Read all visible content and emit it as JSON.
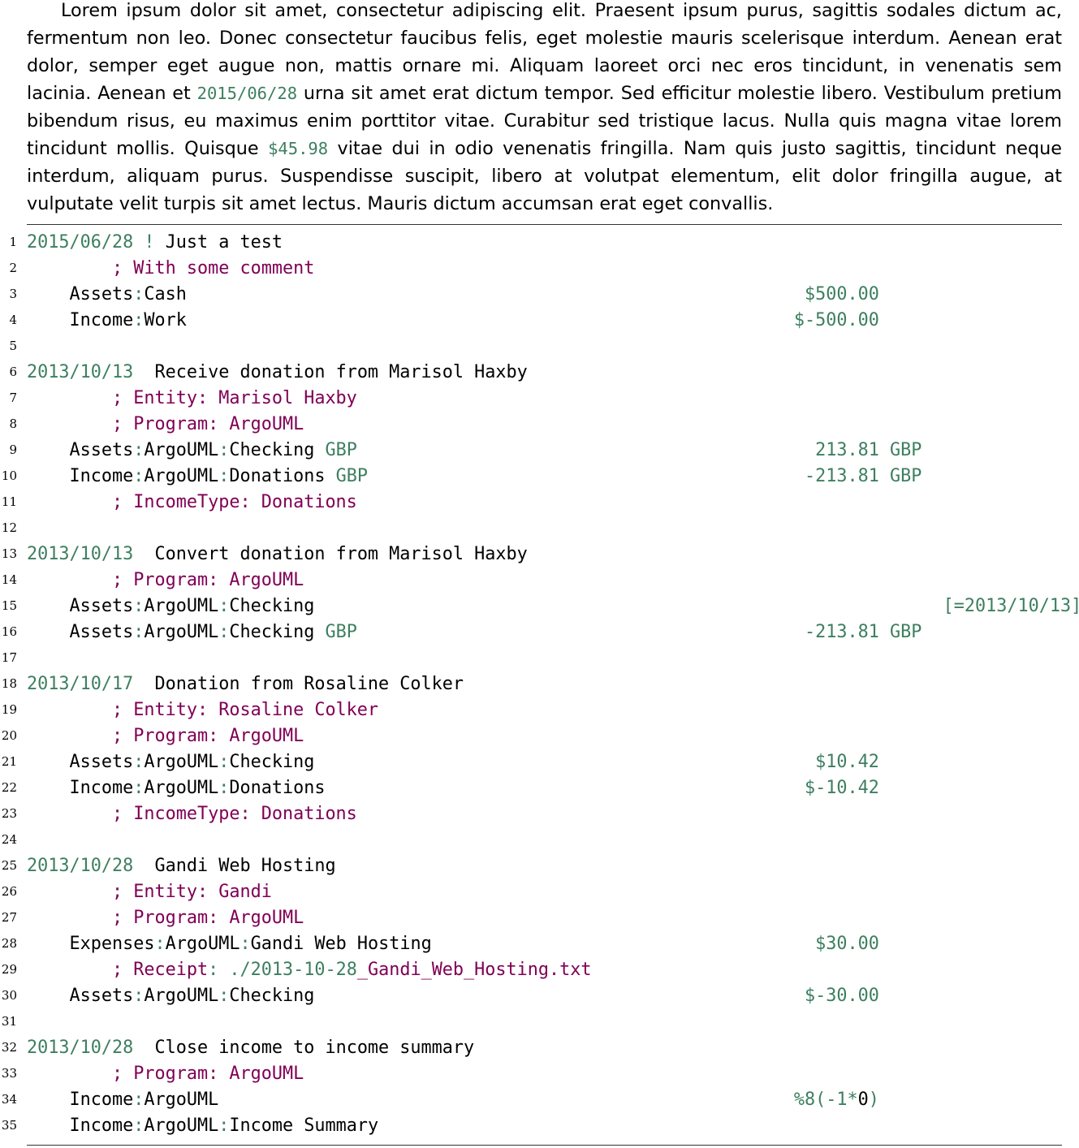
{
  "colors": {
    "green": "#3d7f5f",
    "purple": "#800055"
  },
  "paragraph": [
    {
      "t": "Lorem ipsum dolor sit amet, consectetur adipiscing elit.  Praesent ipsum purus, sagittis sodales dictum ac, fermentum non leo.  Donec consectetur faucibus felis, eget molestie mauris scelerisque interdum.  Aenean erat dolor, semper eget augue non, mattis ornare mi.  Aliquam laoreet orci nec eros tincidunt, in venenatis sem lacinia.  Aenean et "
    },
    {
      "t": "2015/06/28",
      "code": true
    },
    {
      "t": " urna sit amet erat dictum tempor.  Sed efficitur molestie libero.  Vestibulum pretium bibendum risus, eu maximus enim porttitor vitae.  Curabitur sed tristique lacus.  Nulla quis magna vitae lorem tincidunt mollis.  Quisque "
    },
    {
      "t": "$45.98",
      "code": true
    },
    {
      "t": " vitae dui in odio venenatis fringilla.  Nam quis justo sagittis, tincidunt neque interdum, aliquam purus.  Suspendisse suscipit, libero at volutpat elementum, elit dolor fringilla augue, at vulputate velit turpis sit amet lectus.  Mauris dictum accumsan erat eget convallis."
    }
  ],
  "listing": [
    {
      "n": "1",
      "segs": [
        [
          "2015/06/28",
          "g"
        ],
        [
          " ! ",
          "g"
        ],
        [
          "Just a test",
          "d"
        ]
      ]
    },
    {
      "n": "2",
      "segs": [
        [
          "        ; With some comment",
          "p"
        ]
      ]
    },
    {
      "n": "3",
      "segs": [
        [
          "    Assets",
          "d"
        ],
        [
          ":",
          "g"
        ],
        [
          "Cash",
          "d"
        ]
      ],
      "amount": {
        "value": [
          [
            "$500.00",
            "g"
          ]
        ]
      }
    },
    {
      "n": "4",
      "segs": [
        [
          "    Income",
          "d"
        ],
        [
          ":",
          "g"
        ],
        [
          "Work",
          "d"
        ]
      ],
      "amount": {
        "value": [
          [
            "$-500.00",
            "g"
          ]
        ]
      }
    },
    {
      "n": "5",
      "segs": []
    },
    {
      "n": "6",
      "segs": [
        [
          "2013/10/13",
          "g"
        ],
        [
          "  Receive donation from Marisol Haxby",
          "d"
        ]
      ]
    },
    {
      "n": "7",
      "segs": [
        [
          "        ; Entity: Marisol Haxby",
          "p"
        ]
      ]
    },
    {
      "n": "8",
      "segs": [
        [
          "        ; Program: ArgoUML",
          "p"
        ]
      ]
    },
    {
      "n": "9",
      "segs": [
        [
          "    Assets",
          "d"
        ],
        [
          ":",
          "g"
        ],
        [
          "ArgoUML",
          "d"
        ],
        [
          ":",
          "g"
        ],
        [
          "Checking",
          "d"
        ],
        [
          " GBP",
          "g"
        ]
      ],
      "amount": {
        "value": [
          [
            "213.81",
            "g"
          ]
        ],
        "commodity": " GBP"
      }
    },
    {
      "n": "10",
      "segs": [
        [
          "    Income",
          "d"
        ],
        [
          ":",
          "g"
        ],
        [
          "ArgoUML",
          "d"
        ],
        [
          ":",
          "g"
        ],
        [
          "Donations",
          "d"
        ],
        [
          " GBP",
          "g"
        ]
      ],
      "amount": {
        "value": [
          [
            "-213.81",
            "g"
          ]
        ],
        "commodity": " GBP"
      }
    },
    {
      "n": "11",
      "segs": [
        [
          "        ; IncomeType: Donations",
          "p"
        ]
      ]
    },
    {
      "n": "12",
      "segs": []
    },
    {
      "n": "13",
      "segs": [
        [
          "2013/10/13",
          "g"
        ],
        [
          "  Convert donation from Marisol Haxby",
          "d"
        ]
      ]
    },
    {
      "n": "14",
      "segs": [
        [
          "        ; Program: ArgoUML",
          "p"
        ]
      ]
    },
    {
      "n": "15",
      "segs": [
        [
          "    Assets",
          "d"
        ],
        [
          ":",
          "g"
        ],
        [
          "ArgoUML",
          "d"
        ],
        [
          ":",
          "g"
        ],
        [
          "Checking",
          "d"
        ]
      ],
      "assert": "[=2013/10/13]"
    },
    {
      "n": "16",
      "segs": [
        [
          "    Assets",
          "d"
        ],
        [
          ":",
          "g"
        ],
        [
          "ArgoUML",
          "d"
        ],
        [
          ":",
          "g"
        ],
        [
          "Checking",
          "d"
        ],
        [
          " GBP",
          "g"
        ]
      ],
      "amount": {
        "value": [
          [
            "-213.81",
            "g"
          ]
        ],
        "commodity": " GBP"
      }
    },
    {
      "n": "17",
      "segs": []
    },
    {
      "n": "18",
      "segs": [
        [
          "2013/10/17",
          "g"
        ],
        [
          "  Donation from Rosaline Colker",
          "d"
        ]
      ]
    },
    {
      "n": "19",
      "segs": [
        [
          "        ; Entity: Rosaline Colker",
          "p"
        ]
      ]
    },
    {
      "n": "20",
      "segs": [
        [
          "        ; Program: ArgoUML",
          "p"
        ]
      ]
    },
    {
      "n": "21",
      "segs": [
        [
          "    Assets",
          "d"
        ],
        [
          ":",
          "g"
        ],
        [
          "ArgoUML",
          "d"
        ],
        [
          ":",
          "g"
        ],
        [
          "Checking",
          "d"
        ]
      ],
      "amount": {
        "value": [
          [
            "$10.42",
            "g"
          ]
        ]
      }
    },
    {
      "n": "22",
      "segs": [
        [
          "    Income",
          "d"
        ],
        [
          ":",
          "g"
        ],
        [
          "ArgoUML",
          "d"
        ],
        [
          ":",
          "g"
        ],
        [
          "Donations",
          "d"
        ]
      ],
      "amount": {
        "value": [
          [
            "$-10.42",
            "g"
          ]
        ]
      }
    },
    {
      "n": "23",
      "segs": [
        [
          "        ; IncomeType: Donations",
          "p"
        ]
      ]
    },
    {
      "n": "24",
      "segs": []
    },
    {
      "n": "25",
      "segs": [
        [
          "2013/10/28",
          "g"
        ],
        [
          "  Gandi Web Hosting",
          "d"
        ]
      ]
    },
    {
      "n": "26",
      "segs": [
        [
          "        ; Entity: Gandi",
          "p"
        ]
      ]
    },
    {
      "n": "27",
      "segs": [
        [
          "        ; Program: ArgoUML",
          "p"
        ]
      ]
    },
    {
      "n": "28",
      "segs": [
        [
          "    Expenses",
          "d"
        ],
        [
          ":",
          "g"
        ],
        [
          "ArgoUML",
          "d"
        ],
        [
          ":",
          "g"
        ],
        [
          "Gandi Web Hosting",
          "d"
        ]
      ],
      "amount": {
        "value": [
          [
            "$30.00",
            "g"
          ]
        ]
      }
    },
    {
      "n": "29",
      "segs": [
        [
          "        ; Receipt",
          "p"
        ],
        [
          ": ./2013-10-28",
          "g"
        ],
        [
          "_Gandi_Web_Hosting.txt",
          "p"
        ]
      ]
    },
    {
      "n": "30",
      "segs": [
        [
          "    Assets",
          "d"
        ],
        [
          ":",
          "g"
        ],
        [
          "ArgoUML",
          "d"
        ],
        [
          ":",
          "g"
        ],
        [
          "Checking",
          "d"
        ]
      ],
      "amount": {
        "value": [
          [
            "$-30.00",
            "g"
          ]
        ]
      }
    },
    {
      "n": "31",
      "segs": []
    },
    {
      "n": "32",
      "segs": [
        [
          "2013/10/28",
          "g"
        ],
        [
          "  Close income to income summary",
          "d"
        ]
      ]
    },
    {
      "n": "33",
      "segs": [
        [
          "        ; Program: ArgoUML",
          "p"
        ]
      ]
    },
    {
      "n": "34",
      "segs": [
        [
          "    Income",
          "d"
        ],
        [
          ":",
          "g"
        ],
        [
          "ArgoUML",
          "d"
        ]
      ],
      "amount": {
        "value": [
          [
            "%8(-1*",
            "g"
          ],
          [
            "0",
            "d"
          ],
          [
            ")",
            "g"
          ]
        ]
      }
    },
    {
      "n": "35",
      "segs": [
        [
          "    Income",
          "d"
        ],
        [
          ":",
          "g"
        ],
        [
          "ArgoUML",
          "d"
        ],
        [
          ":",
          "g"
        ],
        [
          "Income Summary",
          "d"
        ]
      ]
    }
  ]
}
